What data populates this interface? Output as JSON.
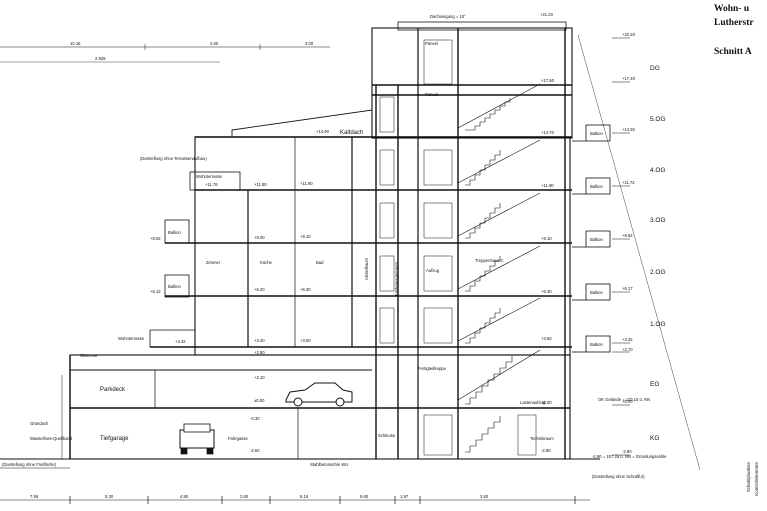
{
  "title_block": {
    "line1": "Wohn- u",
    "line2": "Lutherstr",
    "section": "Schnitt A"
  },
  "stamp_lines": [
    "Schnittplanliste",
    "Kontrollelemente"
  ],
  "floors": [
    "DG",
    "5.OG",
    "4.OG",
    "3.OG",
    "2.OG",
    "1.OG",
    "EG",
    "KG"
  ],
  "right_elevations": [
    "+22.20",
    "+17.40",
    "+14.92",
    "+11.72",
    "+8.82",
    "+6.17",
    "+3.32",
    "+2.70",
    "+0.00",
    "-2.80"
  ],
  "core_elevations": [
    "+21.20",
    "+17.50",
    "+14.70",
    "+11.90",
    "+9.10",
    "+6.30",
    "+3.50",
    "+0.00",
    "-2.80"
  ],
  "left_elevations": [
    "+14.90",
    "+11.80",
    "+11.76",
    "+9.00",
    "+8.92",
    "+6.20",
    "+6.12",
    "+3.40",
    "+3.32",
    "+2.80",
    "+2.10",
    "±0.00",
    "-0.30",
    "-2.60"
  ],
  "mid_elevations": [
    "+11.90",
    "+9.10",
    "+6.30",
    "+3.50"
  ],
  "rooms": {
    "kaltdach": "Kaltdach",
    "wohnterrasse": "Wohnterrasse",
    "wohnterrasse_small": "Wohnterrasse",
    "balkon": "Balkon",
    "zimmer": "Zimmer",
    "kueche": "Küche",
    "bad": "Bad",
    "abstellraum": "Abstellraum",
    "kinderwagenraum": "Kinderwagenraum",
    "aufzug": "Aufzug",
    "treppenhaus": "Treppenhaus C",
    "parkdeck": "Parkdeck",
    "tiefgarage": "Tiefgarage",
    "fahrgasse": "Fahrgasse",
    "schleuse": "Schleuse",
    "technikraum": "Technikraum",
    "lastenaufzug": "Lastenaufzug",
    "panel": "Paneel"
  },
  "notes": {
    "ohne_terrasse": "(Darstellung ohne Terrassenaufbau)",
    "ohne_freiflaeche": "(Darstellung ohne Freifläche)",
    "ohne_schrafur": "(Darstellung ohne Schraffur)",
    "ok_gelaende": "OK Gelände = 110.15 ü. NN",
    "gruendung": "-2.90 = 107.25 ü. NN = Gründungssohle",
    "fertigteiltreppe": "Fertigteiltreppe",
    "dachneigung": "Dachneigung = 10°",
    "sohle": "Stahlbetonsohle WU",
    "gruendach": "Gründach",
    "wasser": "Wasserfass-Quellband",
    "gitter": "Gitterrost"
  },
  "top_dims": [
    "10.16",
    "2.60",
    "3.00"
  ],
  "top_sub": "2.829",
  "bottom_dims": [
    "7.59",
    "5.30",
    "4.80",
    "2.60",
    "5.16",
    "8.60",
    "1.97",
    "3.60"
  ]
}
